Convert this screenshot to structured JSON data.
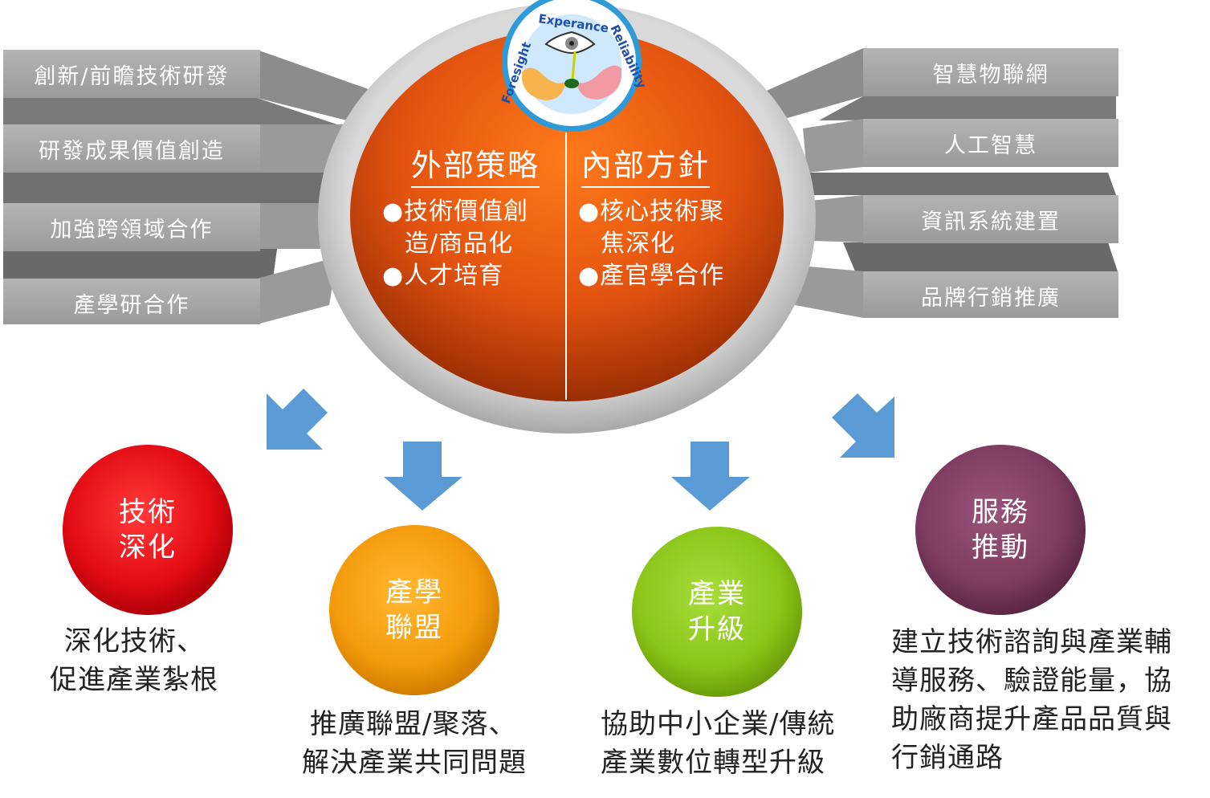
{
  "left_bars": [
    "創新/前瞻技術研發",
    "研發成果價值創造",
    "加強跨領域合作",
    "產學研合作"
  ],
  "right_bars": [
    "智慧物聯網",
    "人工智慧",
    "資訊系統建置",
    "品牌行銷推廣"
  ],
  "center": {
    "logo_words": [
      "Foresight",
      "Experance",
      "Reliability"
    ],
    "external": {
      "heading": "外部策略",
      "lines": [
        "●技術價值創",
        "造/商品化",
        "●人才培育"
      ]
    },
    "internal": {
      "heading": "內部方針",
      "lines": [
        "●核心技術聚",
        "焦深化",
        "●產官學合作"
      ]
    }
  },
  "outcomes": [
    {
      "title": [
        "技術",
        "深化"
      ],
      "color": "#e8101a",
      "desc": [
        "深化技術、",
        "促進產業紮根"
      ]
    },
    {
      "title": [
        "產學",
        "聯盟"
      ],
      "color": "#f5a014",
      "desc": [
        "推廣聯盟/聚落、",
        "解決產業共同問題"
      ]
    },
    {
      "title": [
        "產業",
        "升級"
      ],
      "color": "#8dc81e",
      "desc": [
        "協助中小企業/傳統",
        "產業數位轉型升級"
      ]
    },
    {
      "title": [
        "服務",
        "推動"
      ],
      "color": "#7a3a5e",
      "desc": [
        "建立技術諮詢與產業輔",
        "導服務、驗證能量，協",
        "助廠商提升產品品質與",
        "行銷通路"
      ]
    }
  ],
  "colors": {
    "bar_face": "#a6a6a6",
    "bar_side": "#7f7f7f",
    "ring": "#c8c8c8",
    "core": "#e8530c",
    "arrow": "#5b9bd5"
  }
}
